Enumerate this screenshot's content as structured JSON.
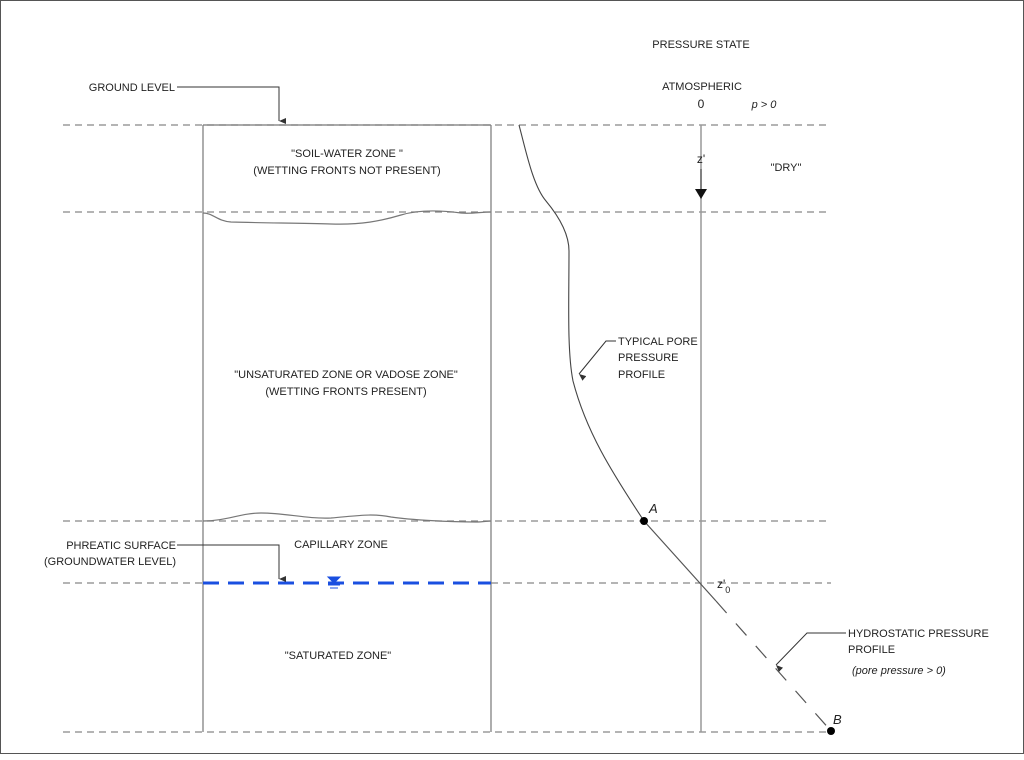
{
  "diagram": {
    "title": "PRESSURE STATE",
    "pressure_state": {
      "atmospheric_label": "ATMOSPHERIC",
      "zero_label": "0",
      "positive_label": "p > 0"
    },
    "axis": {
      "z_label": "z'",
      "z0_label": "z'",
      "z0_subscript": "0"
    },
    "left_labels": {
      "ground_level": "GROUND LEVEL",
      "phreatic_line1": "PHREATIC SURFACE",
      "phreatic_line2": "(GROUNDWATER LEVEL)"
    },
    "zones": {
      "soil_water_line1": "\"SOIL-WATER ZONE \"",
      "soil_water_line2": "(WETTING FRONTS NOT PRESENT)",
      "unsaturated_line1": "\"UNSATURATED ZONE OR VADOSE ZONE\"",
      "unsaturated_line2": "(WETTING FRONTS PRESENT)",
      "capillary": "CAPILLARY ZONE",
      "saturated": "\"SATURATED ZONE\""
    },
    "right_labels": {
      "dry": "\"DRY\"",
      "typical_line1": "TYPICAL PORE",
      "typical_line2": "PRESSURE",
      "typical_line3": "PROFILE",
      "hydro_line1": "HYDROSTATIC PRESSURE",
      "hydro_line2": "PROFILE",
      "hydro_note": "(pore pressure > 0)"
    },
    "points": {
      "a": "A",
      "b": "B"
    },
    "colors": {
      "water_table": "#1a4fe0",
      "lines": "#888888",
      "text": "#222222"
    }
  }
}
